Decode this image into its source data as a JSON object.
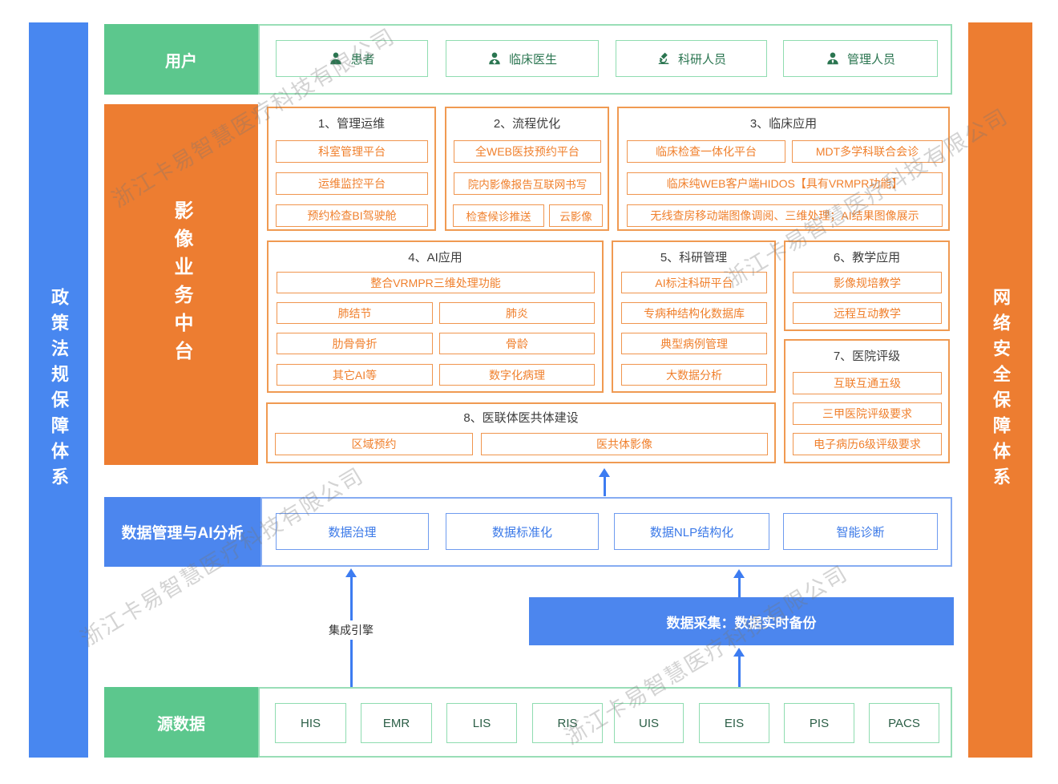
{
  "watermark": {
    "text": "浙江卡易智慧医疗科技有限公司"
  },
  "left_bar": {
    "label": "政策法规保障体系"
  },
  "right_bar": {
    "label": "网络安全保障体系"
  },
  "users_row": {
    "label": "用户",
    "items": [
      {
        "label": "患者",
        "icon": "patient-icon"
      },
      {
        "label": "临床医生",
        "icon": "doctor-icon"
      },
      {
        "label": "科研人员",
        "icon": "microscope-icon"
      },
      {
        "label": "管理人员",
        "icon": "manager-icon"
      }
    ]
  },
  "platform": {
    "label": "影像业务中台",
    "sections": [
      {
        "title": "1、管理运维",
        "items": [
          "科室管理平台",
          "运维监控平台",
          "预约检查BI驾驶舱"
        ]
      },
      {
        "title": "2、流程优化",
        "items": [
          "全WEB医技预约平台",
          "院内影像报告互联网书写",
          "检查候诊推送",
          "云影像"
        ]
      },
      {
        "title": "3、临床应用",
        "items": [
          "临床检查一体化平台",
          "MDT多学科联合会诊",
          "临床纯WEB客户端HIDOS【具有VRMPR功能】",
          "无线查房移动端图像调阅、三维处理；AI结果图像展示"
        ]
      },
      {
        "title": "4、AI应用",
        "items": [
          "整合VRMPR三维处理功能",
          "肺结节",
          "肺炎",
          "肋骨骨折",
          "骨龄",
          "其它AI等",
          "数字化病理"
        ]
      },
      {
        "title": "5、科研管理",
        "items": [
          "AI标注科研平台",
          "专病种结构化数据库",
          "典型病例管理",
          "大数据分析"
        ]
      },
      {
        "title": "6、教学应用",
        "items": [
          "影像规培教学",
          "远程互动教学"
        ]
      },
      {
        "title": "7、医院评级",
        "items": [
          "互联互通五级",
          "三甲医院评级要求",
          "电子病历6级评级要求"
        ]
      },
      {
        "title": "8、医联体医共体建设",
        "items": [
          "区域预约",
          "医共体影像"
        ]
      }
    ]
  },
  "data_mgmt_row": {
    "label": "数据管理与AI分析",
    "items": [
      "数据治理",
      "数据标准化",
      "数据NLP结构化",
      "智能诊断"
    ]
  },
  "integration": {
    "label": "集成引擎"
  },
  "collection": {
    "label": "数据采集：数据实时备份"
  },
  "source_row": {
    "label": "源数据",
    "items": [
      "HIS",
      "EMR",
      "LIS",
      "RIS",
      "UIS",
      "EIS",
      "PIS",
      "PACS"
    ]
  },
  "colors": {
    "orange": "#ED7D31",
    "green": "#5CC78D",
    "blue": "#4C86EE",
    "arrow_blue": "#3D7CF1",
    "orange_box_text": "#F0802D",
    "blue_box_text": "#3C7AE8",
    "green_box_text": "#2A7550"
  }
}
